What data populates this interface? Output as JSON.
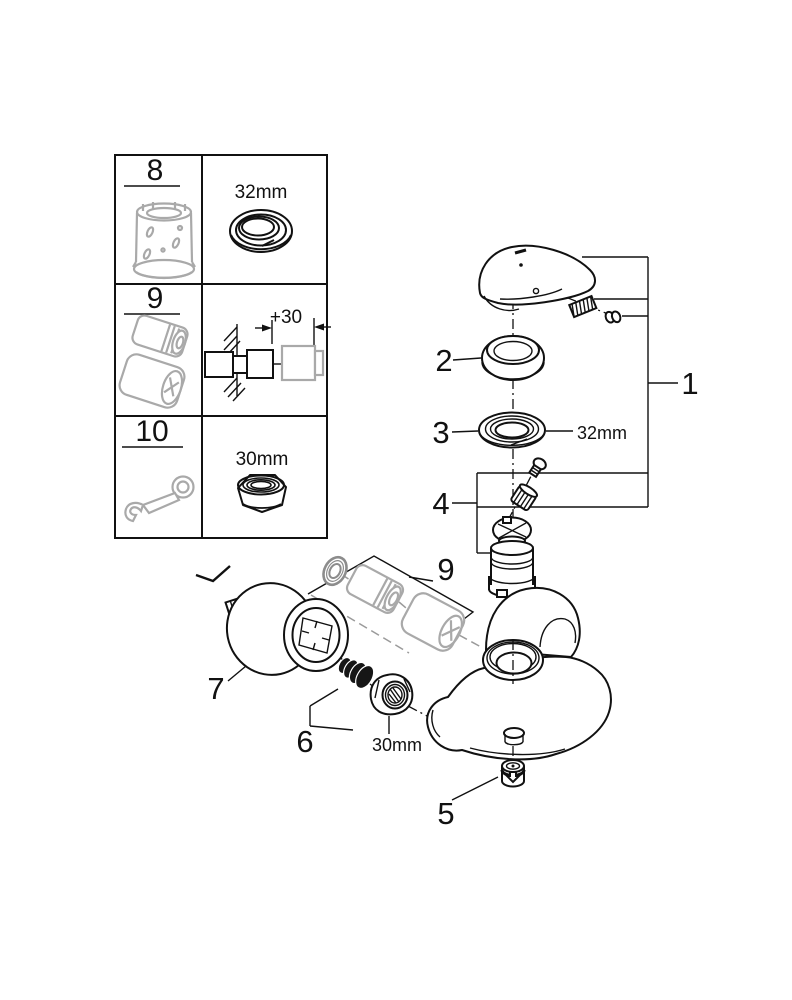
{
  "parts_table": {
    "rows": [
      {
        "number": "8",
        "size_label": "32mm"
      },
      {
        "number": "9",
        "size_label": "+30"
      },
      {
        "number": "10",
        "size_label": "30mm"
      }
    ]
  },
  "exploded": {
    "callout_1": "1",
    "callout_2": "2",
    "callout_3": "3",
    "callout_4": "4",
    "callout_5": "5",
    "callout_6": "6",
    "callout_7": "7",
    "callout_9": "9",
    "dim_part3": "32mm",
    "dim_part6": "30mm"
  },
  "colors": {
    "line": "#111111",
    "tool_gray": "#a9a9a9",
    "background": "#ffffff"
  }
}
